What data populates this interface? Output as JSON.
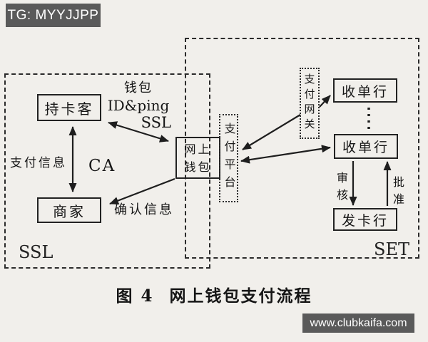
{
  "badges": {
    "tg_label": "TG: MYYJJPP",
    "watermark_label": "www.clubkaifa.com"
  },
  "caption": {
    "figure_no": "图 4",
    "title": "网上钱包支付流程"
  },
  "regions": {
    "ssl_label": "SSL",
    "set_label": "SET"
  },
  "nodes": {
    "cardholder": "持卡客",
    "merchant": "商家",
    "wallet_line1": "网上",
    "wallet_line2": "钱包",
    "wallet_full": "网上钱包",
    "payment_platform": "支付平台",
    "payment_gateway": "支付网关",
    "acquirer_top": "收单行",
    "acquirer_bottom": "收单行",
    "issuer": "发卡行"
  },
  "edge_labels": {
    "wallet_id_line1": "钱包",
    "wallet_id_line2": "ID&ping",
    "wallet_id_line3": "SSL",
    "payment_info": "支付信息",
    "ca": "CA",
    "confirm_info": "确认信息",
    "review": "审核",
    "approve": "批准"
  },
  "colors": {
    "paper": "#f1efeb",
    "ink": "#1e1e1e",
    "badge_bg": "#5a5a5a",
    "badge_text": "#ffffff"
  }
}
